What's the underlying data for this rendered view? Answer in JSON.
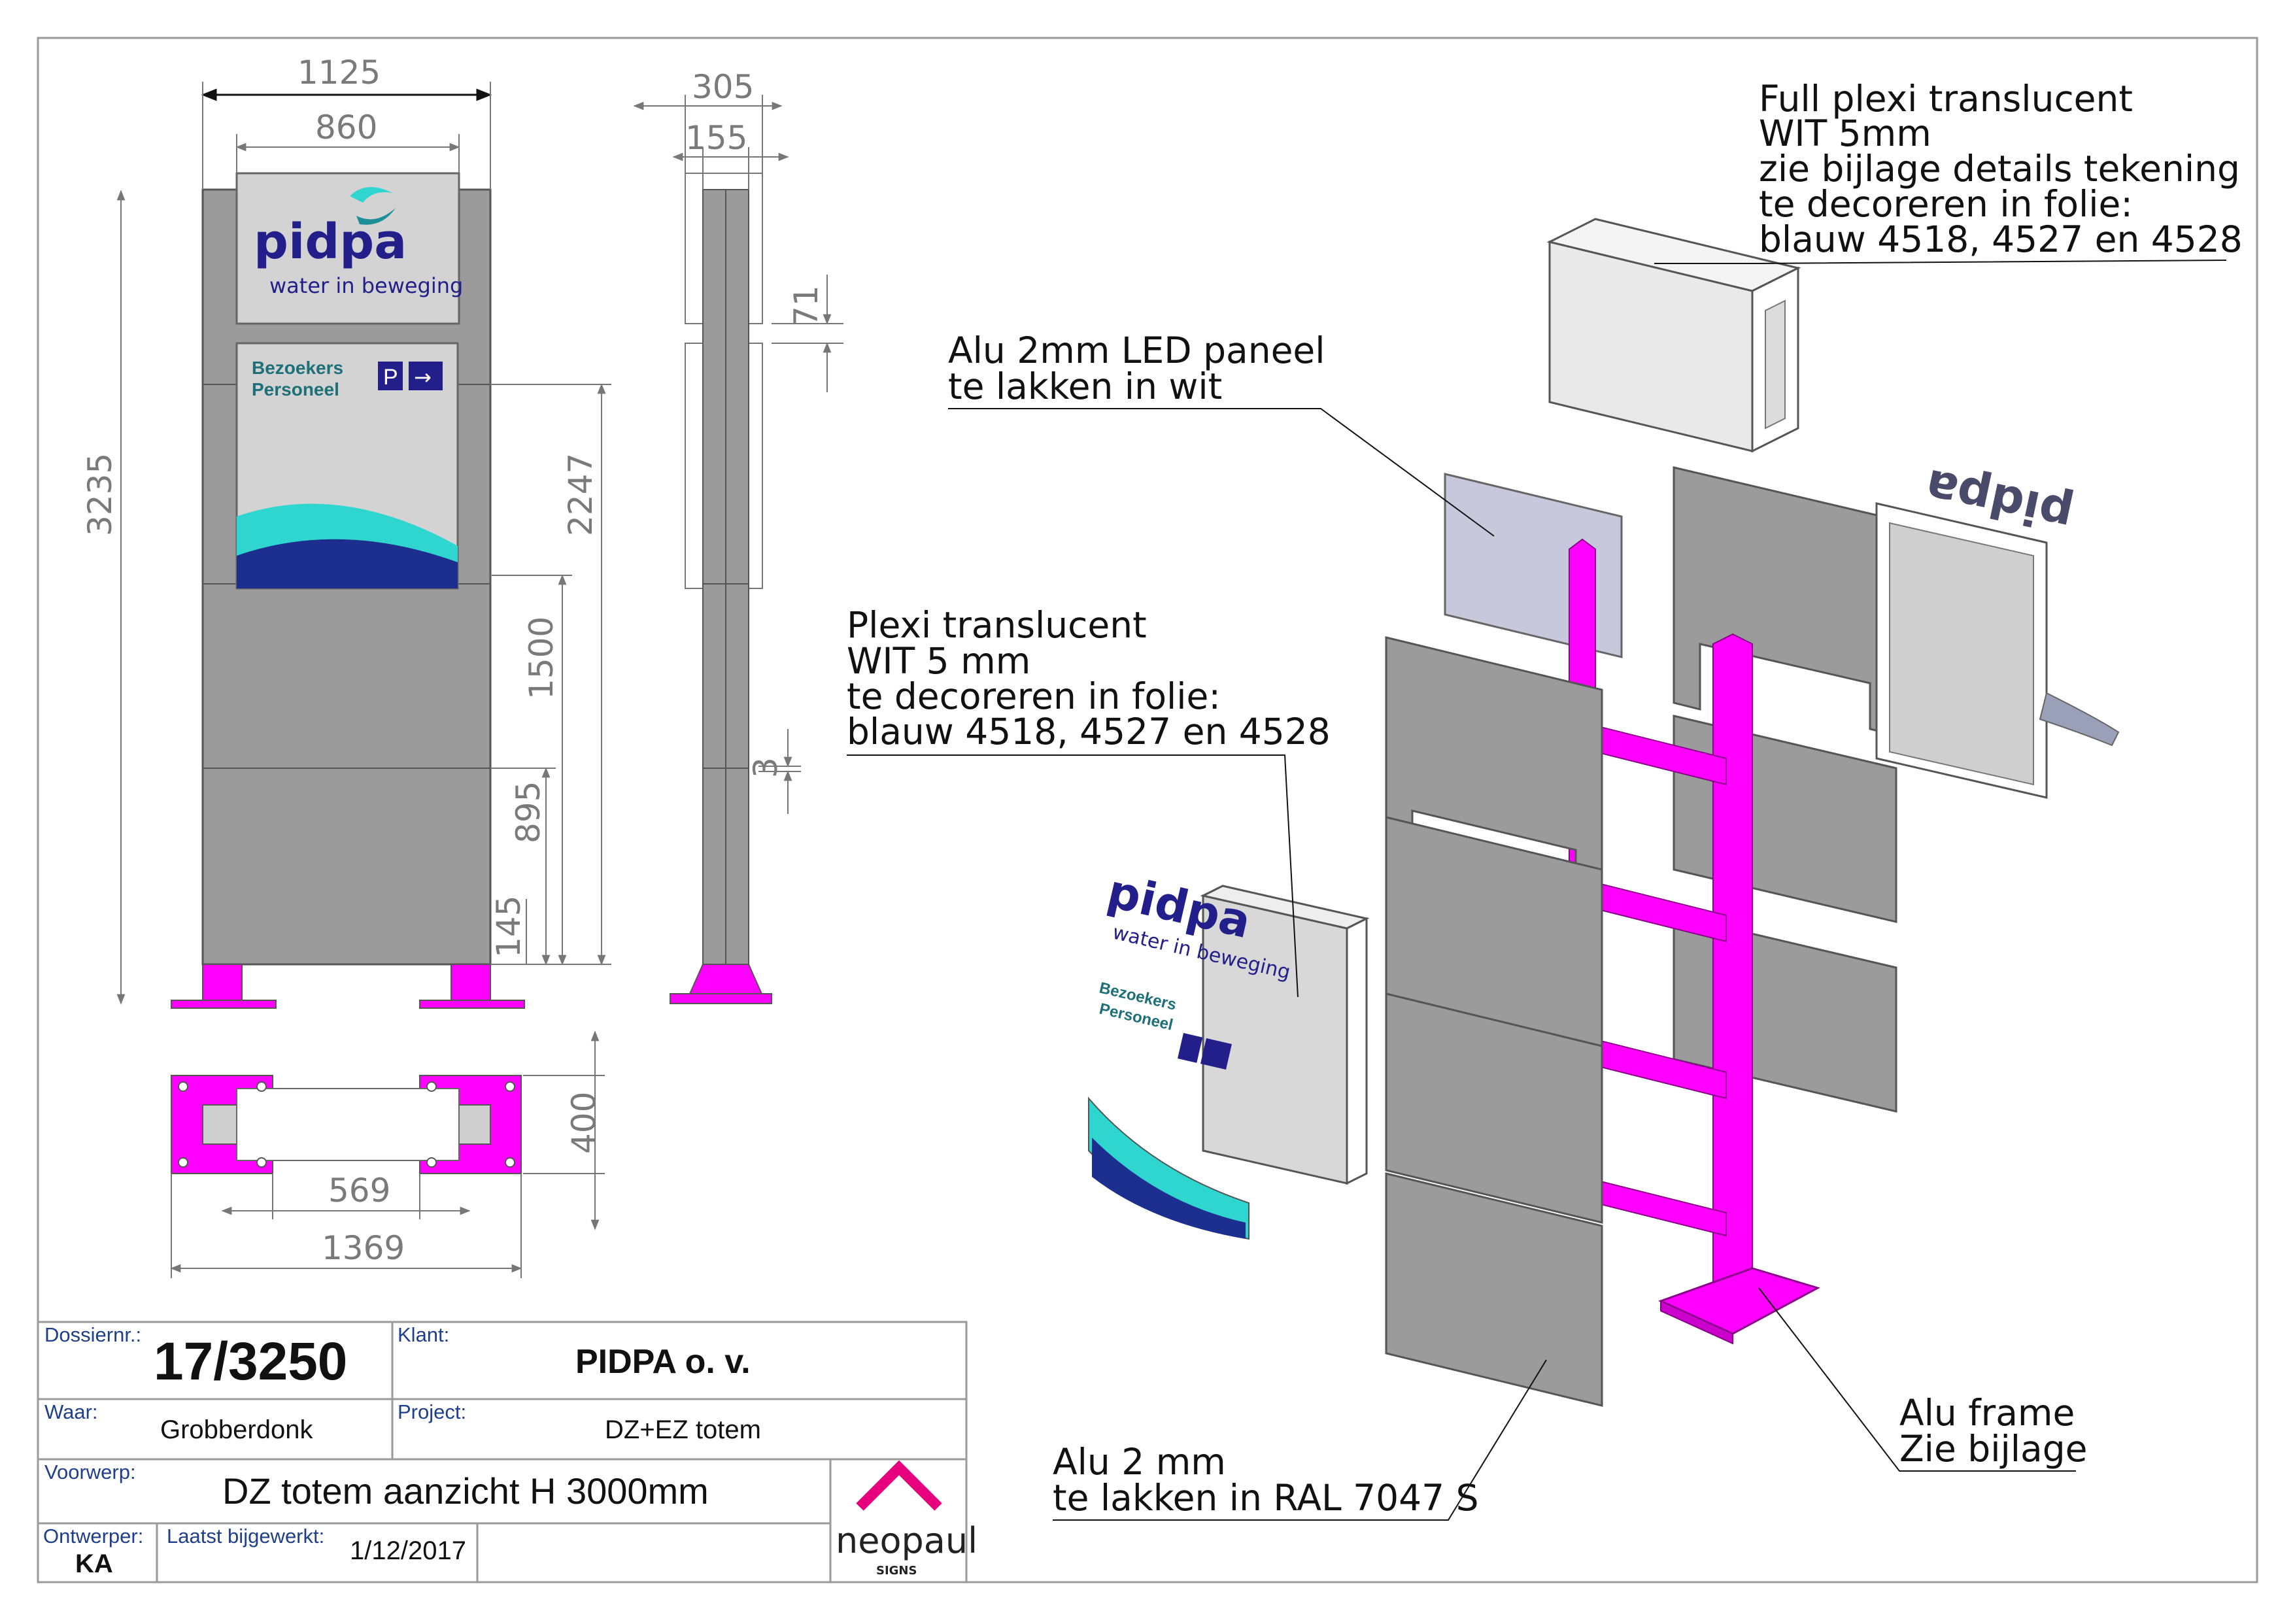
{
  "colors": {
    "panel_gray": "#9b9b9b",
    "frame_magenta": "#ff00ff",
    "brand_navy": "#231f8a",
    "brand_teal": "#2fd5cf",
    "brand_blue": "#1c2f8f",
    "logo_teal": "#1d8f98",
    "sign_light": "#d3d3d3",
    "neopaul_pink": "#e6007e",
    "title_label_blue": "#1f3f8a"
  },
  "front_view": {
    "dim_total_width": "1125",
    "dim_panel_width": "860",
    "dim_height_total": "3235",
    "dim_height_2247": "2247",
    "dim_height_1500": "1500",
    "dim_height_895": "895",
    "dim_height_145": "145",
    "logo_word": "pidpa",
    "logo_tagline": "water in beweging",
    "sign_line1": "Bezoekers",
    "sign_line2": "Personeel",
    "parking_letter": "P",
    "arrow_glyph": "→"
  },
  "side_view": {
    "dim_depth_total": "305",
    "dim_depth_inner": "155",
    "dim_gap_71": "71",
    "dim_gap_3": "3"
  },
  "top_view": {
    "dim_depth": "400",
    "dim_inner": "569",
    "dim_total": "1369"
  },
  "callouts": {
    "plexi_full": [
      "Full plexi translucent",
      "WIT 5mm",
      " zie bijlage details tekening",
      "te decoreren in folie:",
      "blauw 4518, 4527 en 4528"
    ],
    "led_panel": [
      "Alu 2mm LED paneel",
      "te lakken in wit"
    ],
    "plexi_translucent": [
      "Plexi translucent",
      "WIT 5 mm",
      "te decoreren in folie:",
      "blauw 4518, 4527 en 4528"
    ],
    "alu_panels": [
      "Alu 2 mm",
      "te lakken in RAL 7047 S"
    ],
    "alu_frame": [
      "Alu frame",
      "Zie bijlage"
    ]
  },
  "title_block": {
    "dossier_label": "Dossiernr.:",
    "dossier_value": "17/3250",
    "klant_label": "Klant:",
    "klant_value": "PIDPA o. v.",
    "waar_label": "Waar:",
    "waar_value": "Grobberdonk",
    "project_label": "Project:",
    "project_value": "DZ+EZ totem",
    "voorwerp_label": "Voorwerp:",
    "voorwerp_value": "DZ totem aanzicht H 3000mm",
    "ontwerper_label": "Ontwerper:",
    "ontwerper_value": "KA",
    "bijgewerkt_label": "Laatst bijgewerkt:",
    "bijgewerkt_value": "1/12/2017",
    "logo_name": "neopaul",
    "logo_sub": "SIGNS"
  }
}
